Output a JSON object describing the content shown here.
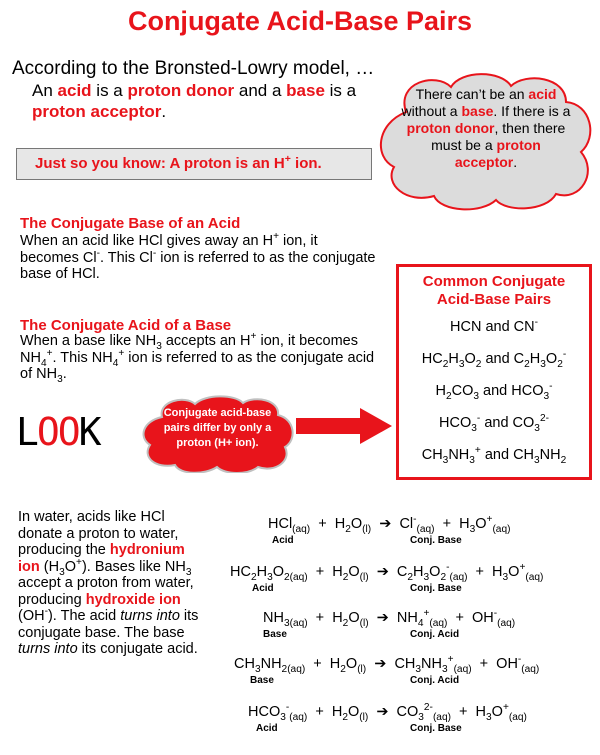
{
  "title": "Conjugate Acid-Base Pairs",
  "intro": {
    "line1": "According to the Bronsted-Lowry model, …",
    "p1": "An ",
    "acid": "acid",
    "p2": " is a ",
    "proton_donor": "proton donor",
    "p3": " and a ",
    "base": "base",
    "p4": " is a ",
    "proton_acceptor": "proton acceptor",
    "p5": "."
  },
  "note": {
    "text": "Just so you know:  A proton is an H",
    "sup": "+",
    "end": " ion."
  },
  "cloud_top": {
    "t1": "There can’t be an ",
    "acid": "acid",
    "t2": " without a ",
    "base": "base",
    "t3": ". If there is a ",
    "proton_donor": "proton donor",
    "t4": ", then there must be a ",
    "proton_acceptor": "proton acceptor",
    "t5": "."
  },
  "sec1": {
    "heading": "The Conjugate Base of an Acid",
    "a": "When an acid like HCl gives away an H",
    "b": " ion, it becomes Cl",
    "c": ". This Cl",
    "d": " ion is referred to as the conjugate base of HCl."
  },
  "sec2": {
    "heading": "The Conjugate Acid of a Base",
    "a": "When a base like NH",
    "b": " accepts an H",
    "c": " ion, it becomes NH",
    "d": ". This NH",
    "e": " ion is referred to as the conjugate acid of NH",
    "f": "."
  },
  "pairs": {
    "heading1": "Common Conjugate",
    "heading2": "Acid-Base Pairs",
    "and": " and "
  },
  "look": {
    "l": "L",
    "o1": "O",
    "o2": "O",
    "k": "K"
  },
  "cloud_mid": {
    "text": "Conjugate acid-base pairs differ by only a proton (H+ ion)."
  },
  "water": {
    "a": "In water, acids like HCl donate a proton to water, producing the ",
    "hydronium": "hydronium ion",
    "b": " (H",
    "c": "O",
    "d": "). Bases like NH",
    "e": " accept a proton from water, producing ",
    "hydroxide": "hydroxide ion",
    "f": " (OH",
    "g": "). The acid ",
    "turns1": "turns into",
    "h": " its conjugate base. The base ",
    "turns2": "turns into",
    "i": " its conjugate acid."
  },
  "labels": {
    "acid": "Acid",
    "base": "Base",
    "conj_base": "Conj. Base",
    "conj_acid": "Conj. Acid"
  },
  "sym": {
    "aq": "(aq)",
    "l": "(l)",
    "plus": "+",
    "minus": "-",
    "arrow": "➔"
  }
}
